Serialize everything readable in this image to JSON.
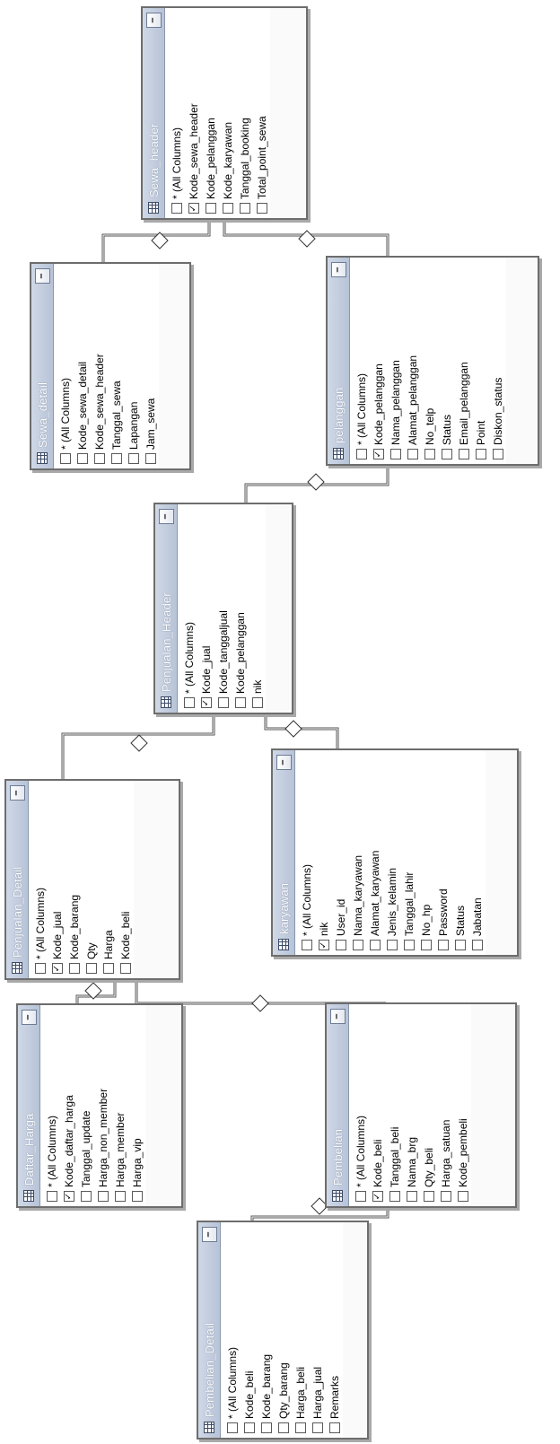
{
  "tables": [
    {
      "key": "sewa_header",
      "title": "Sewa_header",
      "checked": [
        1
      ],
      "columns": [
        "* (All Columns)",
        "Kode_sewa_header",
        "Kode_pelanggan",
        "Kode_karyawan",
        "Tanggal_booking",
        "Total_point_sewa"
      ]
    },
    {
      "key": "sewa_detail",
      "title": "Sewa_detail",
      "checked": [],
      "columns": [
        "* (All Columns)",
        "Kode_sewa_detail",
        "Kode_sewa_header",
        "Tanggal_sewa",
        "Lapangan",
        "Jam_sewa"
      ]
    },
    {
      "key": "pelanggan",
      "title": "pelanggan",
      "checked": [
        1
      ],
      "columns": [
        "* (All Columns)",
        "Kode_pelanggan",
        "Nama_pelanggan",
        "Alamat_pelanggan",
        "No_telp",
        "Status",
        "Email_pelanggan",
        "Point",
        "Diskon_status"
      ]
    },
    {
      "key": "penjualan_header",
      "title": "Penjualan_Header",
      "checked": [
        1
      ],
      "columns": [
        "* (All Columns)",
        "Kode_jual",
        "Kode_tanggaljual",
        "Kode_pelanggan",
        "nik"
      ]
    },
    {
      "key": "penjualan_detail",
      "title": "Penjualan_Detail",
      "checked": [
        1
      ],
      "columns": [
        "* (All Columns)",
        "Kode_jual",
        "Kode_barang",
        "Qty",
        "Harga",
        "Kode_beli"
      ]
    },
    {
      "key": "karyawan",
      "title": "karyawan",
      "checked": [
        1
      ],
      "columns": [
        "* (All Columns)",
        "nik",
        "User_id",
        "Nama_karyawan",
        "Alamat_karyawan",
        "Jenis_kelamin",
        "Tanggal_lahir",
        "No_hp",
        "Password",
        "Status",
        "Jabatan"
      ]
    },
    {
      "key": "daftar_harga",
      "title": "Daftar_Harga",
      "checked": [
        1
      ],
      "columns": [
        "* (All Columns)",
        "Kode_daftar_harga",
        "Tanggal_update",
        "Harga_non_member",
        "Harga_member",
        "Harga_vip"
      ]
    },
    {
      "key": "pembelian",
      "title": "Pembelian",
      "checked": [
        1
      ],
      "columns": [
        "* (All Columns)",
        "Kode_beli",
        "Tanggal_beli",
        "Nama_brg",
        "Qty_beli",
        "Harga_satuan",
        "Kode_pembeli"
      ]
    },
    {
      "key": "pembelian_detail",
      "title": "Pembelian_Detail",
      "checked": [],
      "columns": [
        "* (All Columns)",
        "Kode_beli",
        "Kode_barang",
        "Qty_barang",
        "Harga_beli",
        "Harga_jual",
        "Remarks"
      ]
    }
  ],
  "icons": {
    "table": "table-grid-icon",
    "minimize": "minimize-icon",
    "key": "primary-key-icon",
    "relationship": "relationship-diamond-icon"
  },
  "colors": {
    "titlebar": "#b7c3d7",
    "title_text": "#ffffff",
    "border": "#6d6d6d",
    "line": "#555555"
  }
}
